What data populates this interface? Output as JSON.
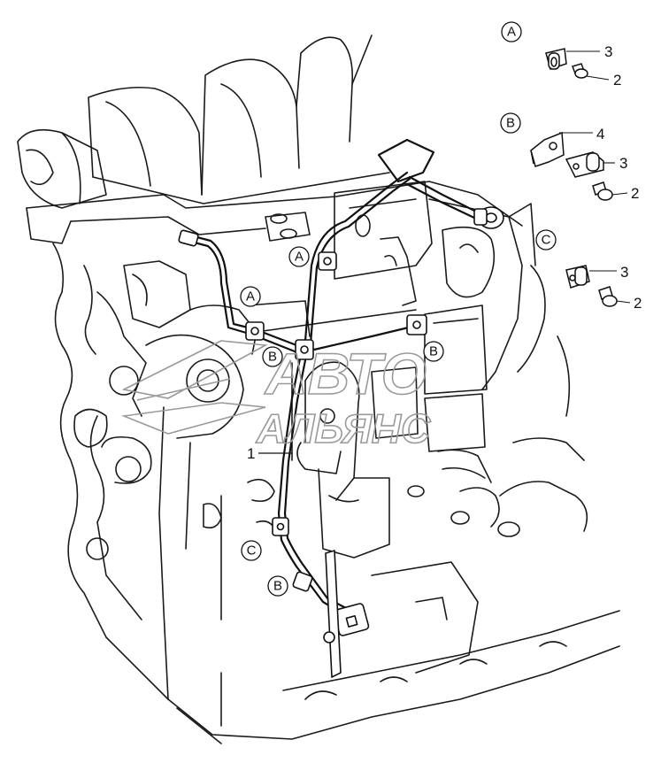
{
  "diagram": {
    "callout_letters": {
      "a": "A",
      "b": "B",
      "c": "C"
    },
    "part_numbers": {
      "harness": "1",
      "bolt": "2",
      "clamp": "3",
      "bracket": "4"
    },
    "watermark": {
      "line1": "АВТО",
      "line2": "АЛЬЯНС"
    }
  }
}
